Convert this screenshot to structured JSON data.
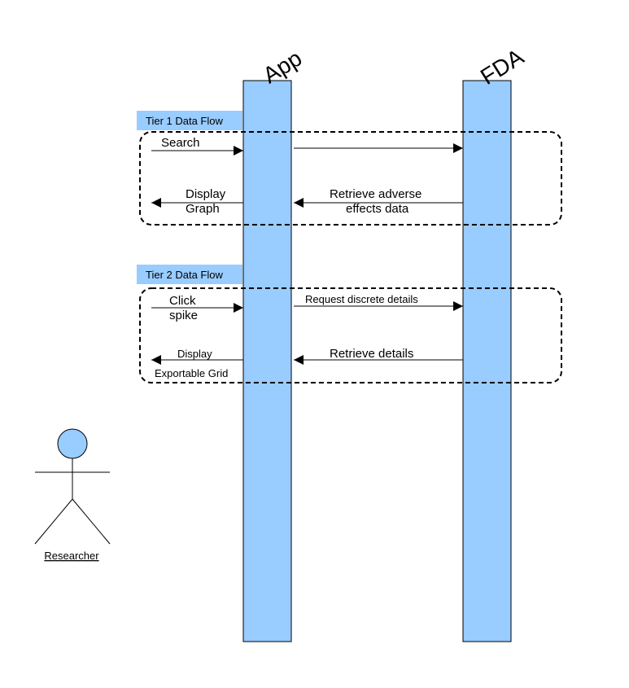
{
  "colors": {
    "lifeline_fill": "#99ccff",
    "tier_header_fill": "#99ccff",
    "stroke": "#000000",
    "actor_head_fill": "#99ccff",
    "background": "#ffffff"
  },
  "lifelines": {
    "app": "App",
    "fda": "FDA"
  },
  "tiers": [
    {
      "header": "Tier 1 Data Flow",
      "messages": {
        "search": "Search",
        "display_line1": "Display",
        "display_line2": "Graph",
        "retrieve_line1": "Retrieve adverse",
        "retrieve_line2": "effects data"
      }
    },
    {
      "header": "Tier 2 Data Flow",
      "messages": {
        "click_line1": "Click",
        "click_line2": "spike",
        "request": "Request discrete details",
        "display_line1": "Display",
        "display_line2": "Exportable Grid",
        "retrieve": "Retrieve details"
      }
    }
  ],
  "actor": {
    "label": "Researcher",
    "icon": "stick-figure-icon"
  }
}
